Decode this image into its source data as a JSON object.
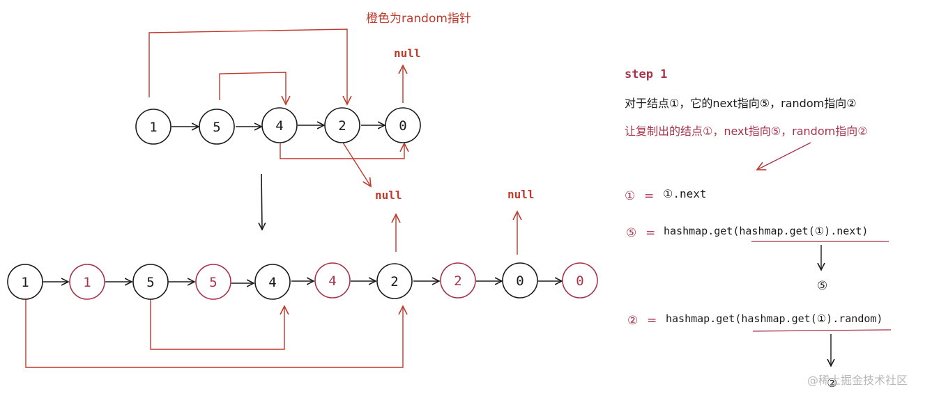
{
  "colors": {
    "black": "#1a1a1a",
    "red": "#c0392b",
    "crimson": "#a8324a",
    "watermark": "#b8b8b8"
  },
  "annotation": {
    "legend": "橙色为random指针"
  },
  "top_list": {
    "nodes": [
      "1",
      "5",
      "4",
      "2",
      "0"
    ],
    "null_labels": [
      "null",
      "null"
    ]
  },
  "bottom_list": {
    "nodes": [
      "1",
      "1",
      "5",
      "5",
      "4",
      "4",
      "2",
      "2",
      "0",
      "0"
    ],
    "null_label": "null"
  },
  "notes": {
    "step_title": "step 1",
    "line1": "对于结点①，它的next指向⑤，random指向②",
    "line2": "让复制出的结点①，next指向⑤，random指向②",
    "eq1_lhs": "①",
    "eq1_op": "=",
    "eq1_rhs": "①.next",
    "eq2_lhs": "⑤",
    "eq2_op": "=",
    "eq2_rhs": "hashmap.get(hashmap.get(①).next)",
    "eq2_result": "⑤",
    "eq3_lhs": "②",
    "eq3_op": "=",
    "eq3_rhs": "hashmap.get(hashmap.get(①).random)",
    "eq3_result": "②"
  },
  "watermark": "@稀土掘金技术社区"
}
